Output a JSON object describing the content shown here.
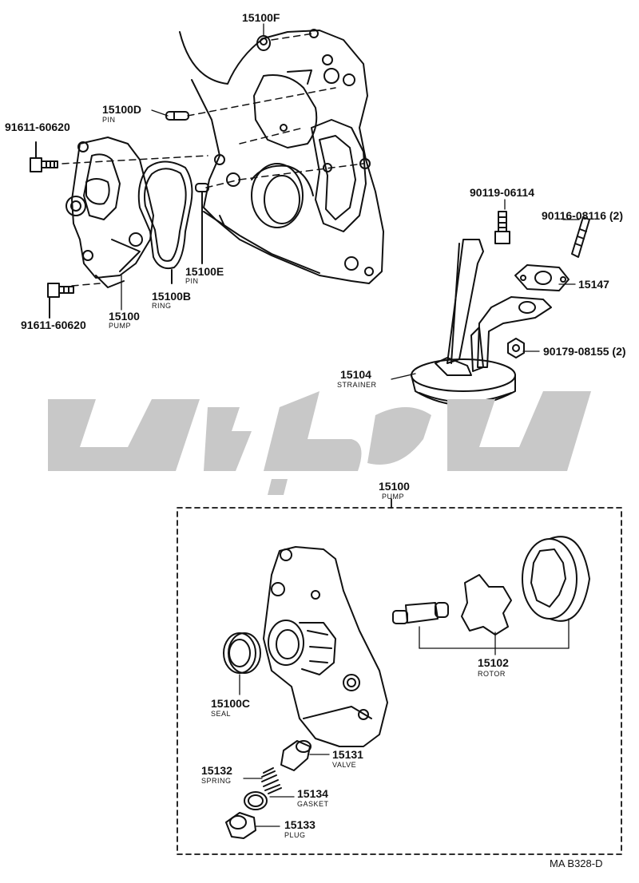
{
  "labels": {
    "p15100F": "15100F",
    "p15100D": "15100D",
    "p15100D_sub": "PIN",
    "p91611a": "91611-60620",
    "p91611b": "91611-60620",
    "p15100E": "15100E",
    "p15100E_sub": "PIN",
    "p15100B": "15100B",
    "p15100B_sub": "RING",
    "p15100": "15100",
    "p15100_sub": "PUMP",
    "p90119": "90119-06114",
    "p90116": "90116-08116 (2)",
    "p15147": "15147",
    "p90179": "90179-08155 (2)",
    "p15104": "15104",
    "p15104_sub": "STRAINER",
    "p15100box": "15100",
    "p15100box_sub": "PUMP",
    "p15102": "15102",
    "p15102_sub": "ROTOR",
    "p15100C": "15100C",
    "p15100C_sub": "SEAL",
    "p15131": "15131",
    "p15131_sub": "VALVE",
    "p15132": "15132",
    "p15132_sub": "SPRING",
    "p15134": "15134",
    "p15134_sub": "GASKET",
    "p15133": "15133",
    "p15133_sub": "PLUG",
    "footer": "MA B328-D"
  },
  "watermark": {
    "color": "#c8c8c8"
  }
}
